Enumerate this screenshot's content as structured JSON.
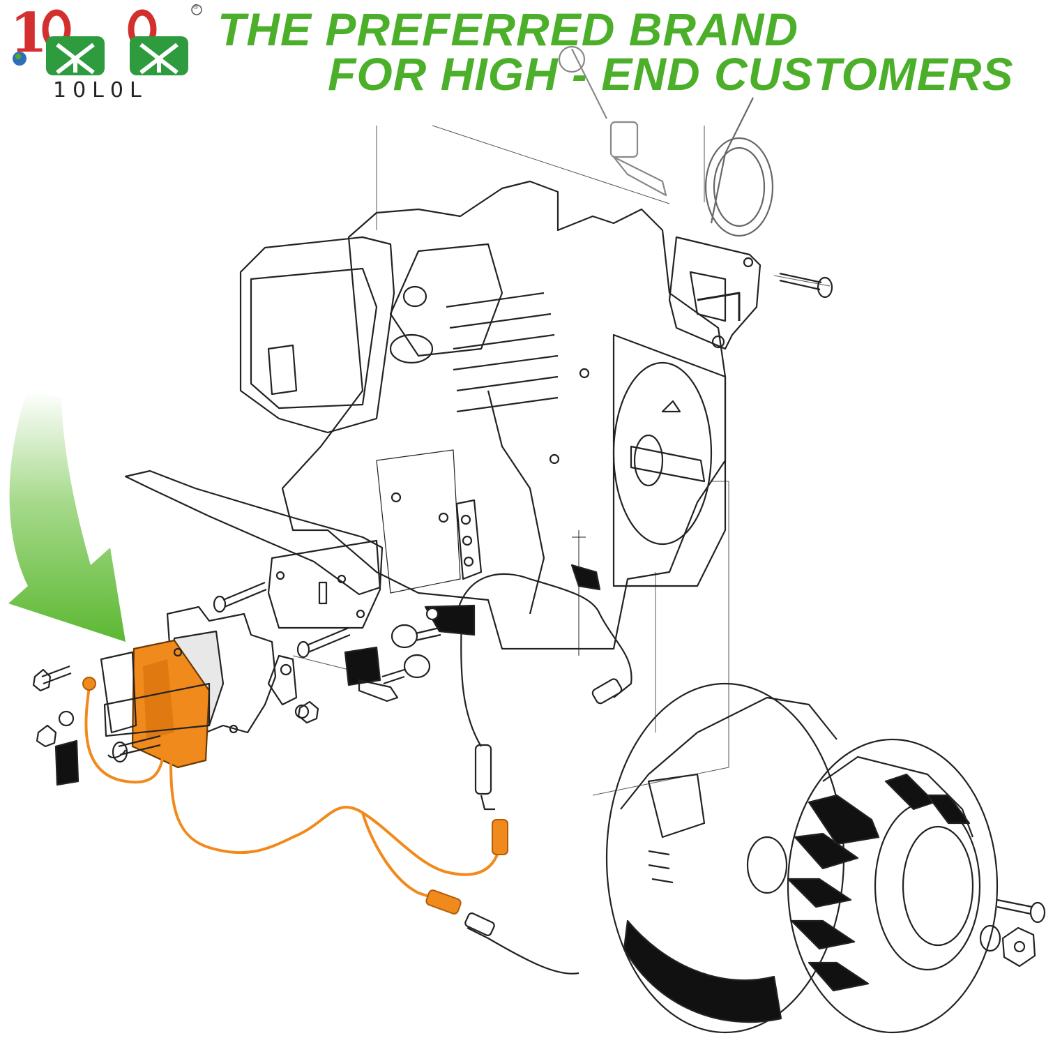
{
  "brand": {
    "logo_text": "10L0L",
    "registered_mark": "®"
  },
  "headline": {
    "line1": "THE PREFERRED BRAND",
    "line2": "FOR HIGH - END CUSTOMERS"
  },
  "colors": {
    "headline_green": "#4caf2a",
    "arrow_green": "#5cb832",
    "highlight_orange": "#f08a1c",
    "logo_red": "#d32f2f",
    "logo_green": "#2e9b3e"
  },
  "diagram": {
    "highlighted_part": "ignition coil module",
    "icons": [
      "engine-block-outline",
      "flywheel",
      "spark-plug",
      "coil-module",
      "wire-harness",
      "bolts"
    ]
  }
}
